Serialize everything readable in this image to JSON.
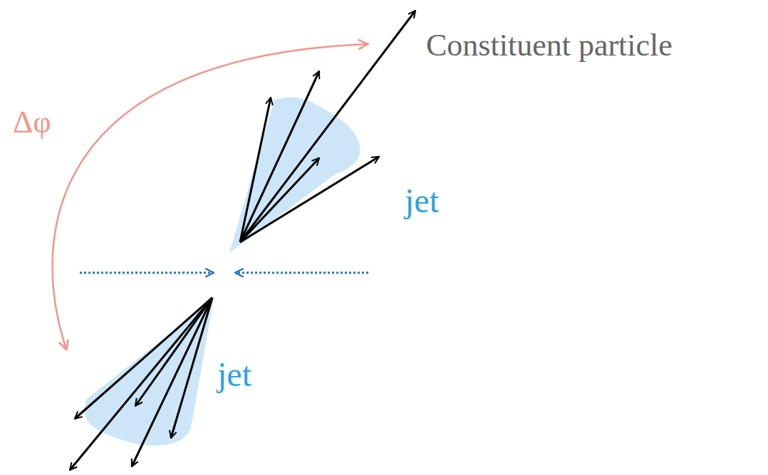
{
  "diagram": {
    "labels": [
      "Δφ",
      "Constituent particle",
      "jet",
      "jet"
    ]
  }
}
